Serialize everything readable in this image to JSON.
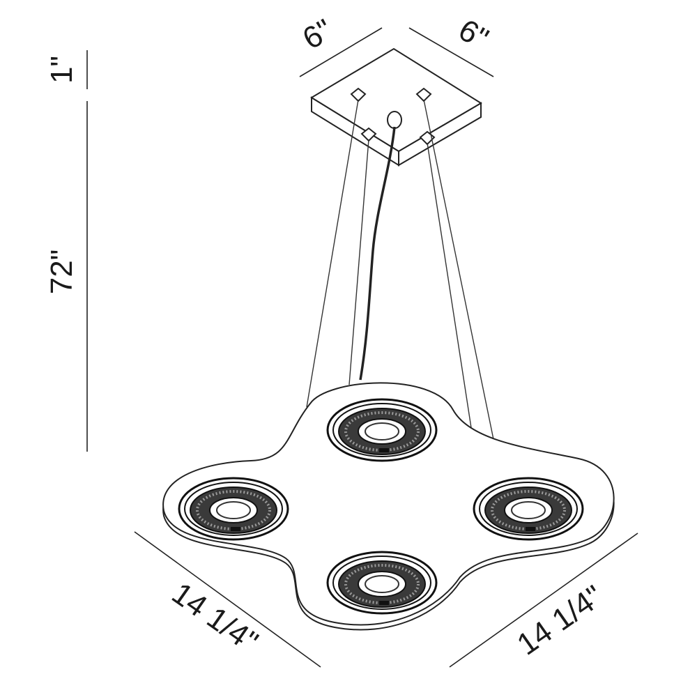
{
  "dimensions": {
    "canopy_width_left": "6\"",
    "canopy_width_right": "6\"",
    "canopy_height": "1\"",
    "drop_length": "72\"",
    "fixture_width_left": "14 1/4\"",
    "fixture_width_right": "14 1/4\""
  },
  "fixture": {
    "light_count": 4
  }
}
